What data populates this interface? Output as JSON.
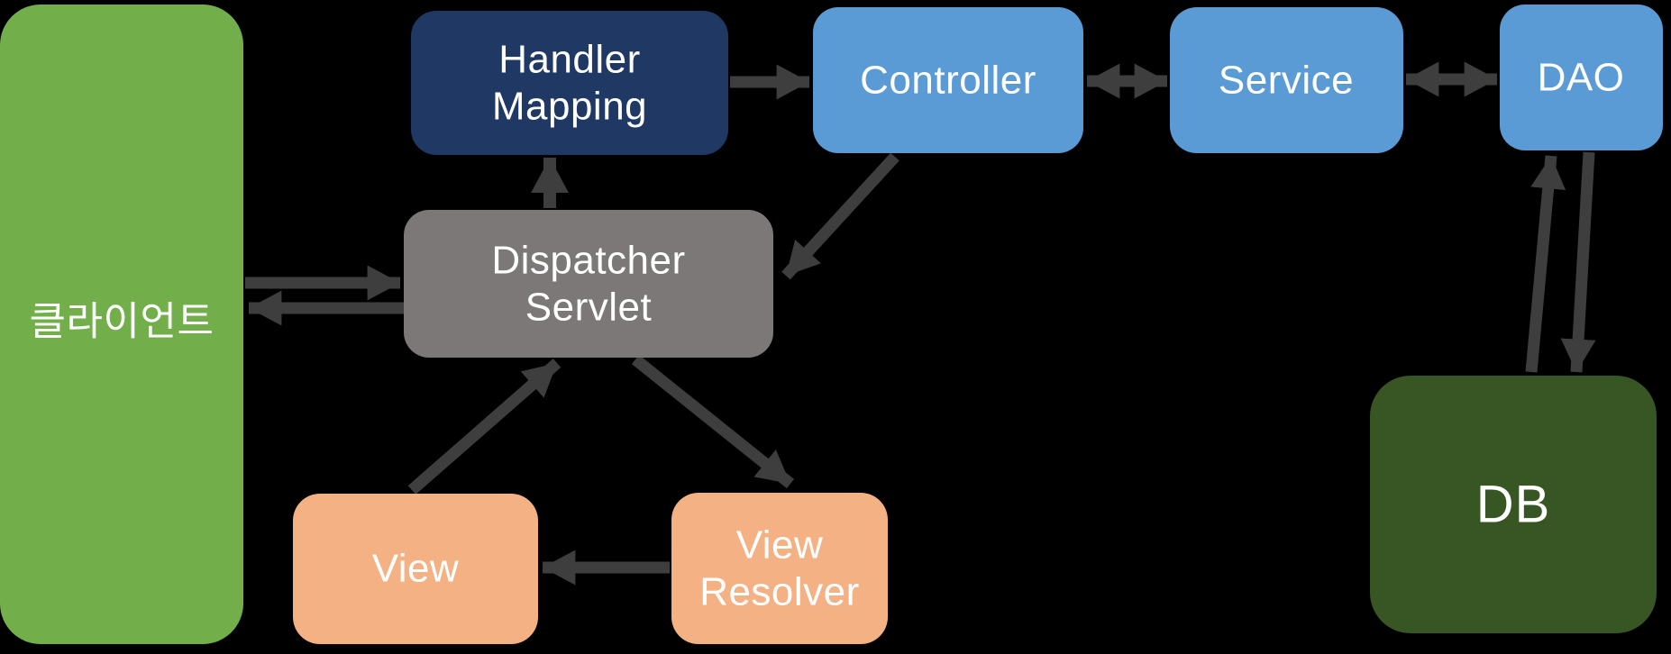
{
  "diagram": {
    "boxes": {
      "client": {
        "label": "클라이언트",
        "color": "#72AF4B"
      },
      "handler_mapping": {
        "lines": [
          "Handler",
          "Mapping"
        ],
        "color": "#1F3864"
      },
      "controller": {
        "label": "Controller",
        "color": "#5B9BD5"
      },
      "service": {
        "label": "Service",
        "color": "#5B9BD5"
      },
      "dao": {
        "label": "DAO",
        "color": "#5B9BD5"
      },
      "dispatcher_servlet": {
        "lines": [
          "Dispatcher",
          "Servlet"
        ],
        "color": "#7B7877"
      },
      "view": {
        "label": "View",
        "color": "#F4B183"
      },
      "view_resolver": {
        "lines": [
          "View",
          "Resolver"
        ],
        "color": "#F4B183"
      },
      "db": {
        "label": "DB",
        "color": "#375623"
      }
    },
    "arrows": {
      "color": "#3F3E3E",
      "edges": [
        {
          "from": "클라이언트",
          "to": "Dispatcher Servlet",
          "type": "one-way"
        },
        {
          "from": "Dispatcher Servlet",
          "to": "클라이언트",
          "type": "one-way"
        },
        {
          "from": "Dispatcher Servlet",
          "to": "Handler Mapping",
          "type": "one-way"
        },
        {
          "from": "Handler Mapping",
          "to": "Controller",
          "type": "one-way"
        },
        {
          "from": "Controller",
          "to": "Dispatcher Servlet",
          "type": "one-way"
        },
        {
          "from": "Controller",
          "to": "Service",
          "type": "two-way"
        },
        {
          "from": "Service",
          "to": "DAO",
          "type": "two-way"
        },
        {
          "from": "DAO",
          "to": "DB",
          "type": "one-way"
        },
        {
          "from": "DB",
          "to": "DAO",
          "type": "one-way"
        },
        {
          "from": "Dispatcher Servlet",
          "to": "View Resolver",
          "type": "one-way"
        },
        {
          "from": "View Resolver",
          "to": "View",
          "type": "one-way"
        },
        {
          "from": "View",
          "to": "Dispatcher Servlet",
          "type": "one-way"
        }
      ]
    },
    "background": "#000000"
  }
}
